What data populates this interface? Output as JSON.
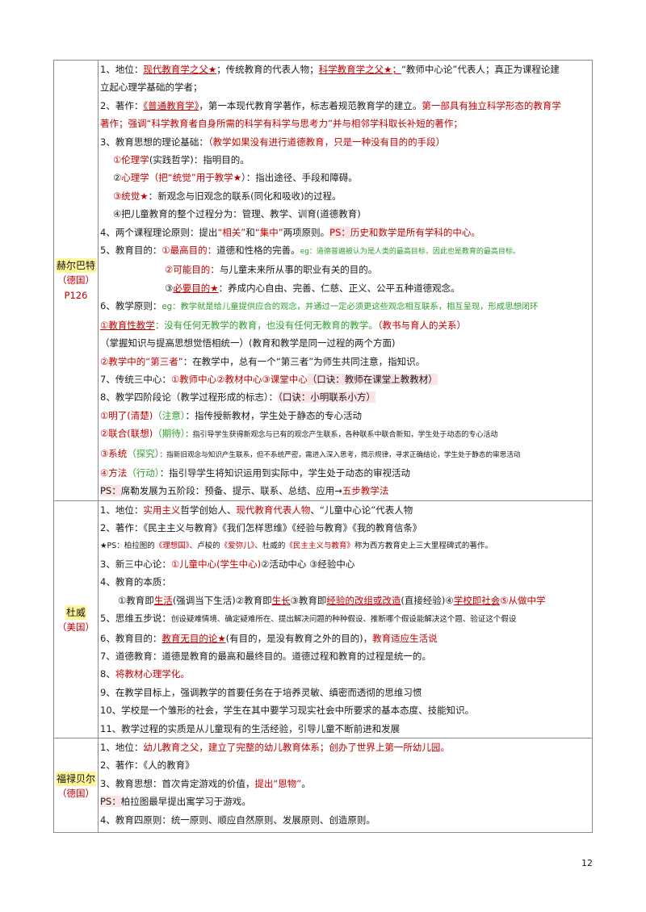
{
  "page_number": "12",
  "herbart": {
    "name": "赫尔巴特",
    "country": "（德国）",
    "page_ref": "P126",
    "l1": {
      "a": "1、地位：",
      "b": "现代教育学之父★",
      "c": "；传统教育的代表人物；",
      "d": "科学教育学之父★；",
      "e": "“教师中心论”代表人；真正为课程论建"
    },
    "l2": {
      "a": "立起心理学基础的学者；"
    },
    "l3": {
      "a": "2、著作：",
      "b": "《普通教育学》",
      "c": "，第一本现代教育学著作，标志着规范教育学的建立。",
      "d": "第一部具有独立科学形态的教育学"
    },
    "l4": {
      "a": "著作；强调“科学教育者自身所需的科学有科学与思考力”并与相邻学科取长补短的著作；"
    },
    "l5": {
      "a": "3、教育思想的理论基础：",
      "b": "（教学如果没有进行道德教育，只是一种没有目的的手段）"
    },
    "l6": {
      "a": "①伦理学",
      "b": "(实践哲学)：指明目的。"
    },
    "l7": {
      "a": "②",
      "b": "心理学（把“统觉”用于教学★",
      "c": "）：指出途径、手段和障碍。"
    },
    "l8": {
      "a": "③统觉★",
      "b": "：新观念与旧观念的联系(同化和吸收)的过程。"
    },
    "l9": {
      "a": "④把儿童教育的整个过程分为：管理、教学、训育(道德教育)"
    },
    "l10": {
      "a": "4、两个课程理论原则：提出",
      "b": "“相关”",
      "c": "和",
      "d": "“集中”",
      "e": "两项原则。",
      "f": "PS：",
      "g": "历史和数学是所有学科的中心。"
    },
    "l11": {
      "a": "5、教育目的：",
      "b": "①最高目的：",
      "c": "道德和性格的完善。",
      "d": "eg：道德普遍被认为是人类的最高目标，因此也是教育的最高目标。"
    },
    "l12": {
      "a": "②可能目的：",
      "b": "与儿童未来所从事的职业有关的目的。"
    },
    "l13": {
      "a": "③",
      "b": "必要目的★",
      "c": "：养成内心自由、完善、仁慈、正义、公平五种道德观念。"
    },
    "l14": {
      "a": "6、教学原则：",
      "b": "eg：教学就是给儿童提供应合的观念，并通过一定必须更这些观念相互联系，相互呈现，形成思想闭环"
    },
    "l15": {
      "a": "①教育性教学",
      "b": "：没有任何无教学的教育，也没有任何无教育的教学。",
      "c": "（教书与育人的关系）"
    },
    "l16": {
      "a": "（掌握知识与提高思想觉悟相统一）(教育和教学是同一过程的两个方面)"
    },
    "l17": {
      "a": "②教学中的“第三者”",
      "b": "：在教学中，总有一个“第三者”为师生共同注意，指知识。"
    },
    "l18": {
      "a": "7、传统三中心：",
      "b": "①教师中心②教材中心③课堂中心",
      "c": "（口诀：教师在课堂上教教材）"
    },
    "l19": {
      "a": "8、教学四阶段论（教学过程形成的标志）：",
      "b": "（口诀：小明联系小方）"
    },
    "l20": {
      "a": "①明了(清楚)",
      "b": "（注意）",
      "c": "：指传授新教材，学生处于静态的专心活动"
    },
    "l21": {
      "a": "②联合(联想)",
      "b": "（期待）",
      "c": "：指引导学生获得新观念与已有的观念产生联系，各种联系中联合新知，学生处于动态的专心活动"
    },
    "l22": {
      "a": "③系统",
      "b": "（探究）",
      "c": "：指新旧观念与知识产生联系，但不系统严密，需进入深入思考，揭示规律，寻求正确结论，学生处于静态的审思活动"
    },
    "l23": {
      "a": "④方法",
      "b": "（行动）",
      "c": "：指引导学生将知识运用到实际中，学生处于动态的审视活动"
    },
    "l24": {
      "a": "PS：",
      "b": "席勒发展为五阶段：预备、提示、联系、总结、应用→",
      "c": "五步教学法"
    }
  },
  "dewey": {
    "name": "杜威",
    "country": "（美国）",
    "l1": {
      "a": "1、地位：",
      "b": "实用主义",
      "c": "哲学创始人、",
      "d": "现代教育代表人物",
      "e": "、“儿童中心论”代表人物"
    },
    "l2": {
      "a": "2、著作：《民主主义与教育》《我们怎样思维》《经验与教育》《我的教育信条》"
    },
    "l3": {
      "a": "★PS：",
      "b": "柏拉图的",
      "c": "《理想国》",
      "d": "、卢梭的",
      "e": "《爱弥儿》",
      "f": "、杜威的",
      "g": "《民主主义与教育》",
      "h": "称为西方教育史上三大里程碑式的著作。"
    },
    "l4": {
      "a": "3、新三中心论：",
      "b": "①儿童中心(学生中心)",
      "c": "②活动中心 ③经验中心"
    },
    "l5": {
      "a": "4、教育的本质："
    },
    "l6": {
      "a": "①教育即",
      "b": "生活",
      "c": "(强调当下生活)②教育即",
      "d": "生长",
      "e": "③教育即",
      "f": "经验的改组或改造",
      "g": "(直接经验)④",
      "h": "学校即社会",
      "i": "⑤从做中学"
    },
    "l7": {
      "a": "5、思维五步说：",
      "b": "创设疑难情境、确定疑难所在、提出解决问题的种种假设、推断哪个假设能解决这个题、验证这个假设"
    },
    "l8": {
      "a": "6、教育目的：",
      "b": "教育无目的论★",
      "c": "(有目的，是没有教育之外的目的)，",
      "d": "教育适应生活说"
    },
    "l9": {
      "a": "7、道德教育：道德是教育的最高和最终目的。道德过程和教育的过程是统一的。"
    },
    "l10": {
      "a": "8、",
      "b": "将教材心理学化。"
    },
    "l11": {
      "a": "9、在教学目标上，强调教学的首要任务在于培养灵敏、缜密而透彻的思维习惯"
    },
    "l12": {
      "a": "10、学校是一个雏形的社会，学生在其中要学习现实社会中所要求的基本态度、技能知识。"
    },
    "l13": {
      "a": "11、教学过程的实质是从儿童现有的生活经验，引导儿童不断前进和发展"
    }
  },
  "froebel": {
    "name": "福禄贝尔",
    "country": "（德国）",
    "l1": {
      "a": "1、地位：",
      "b": "幼儿教育之父，建立了完整的幼儿教育体系；创办了世界上第一所幼儿园。"
    },
    "l2": {
      "a": "2、著作：《人的教育》"
    },
    "l3": {
      "a": "3、教育思想：首次肯定游戏的价值，",
      "b": "提出“恩物”",
      "c": "。"
    },
    "l4": {
      "a": "PS：",
      "b": "柏拉图最早提出寓学习于游戏。"
    },
    "l5": {
      "a": "4、教育四原则：统一原则、顺应自然原则、发展原则、创造原则。"
    }
  }
}
